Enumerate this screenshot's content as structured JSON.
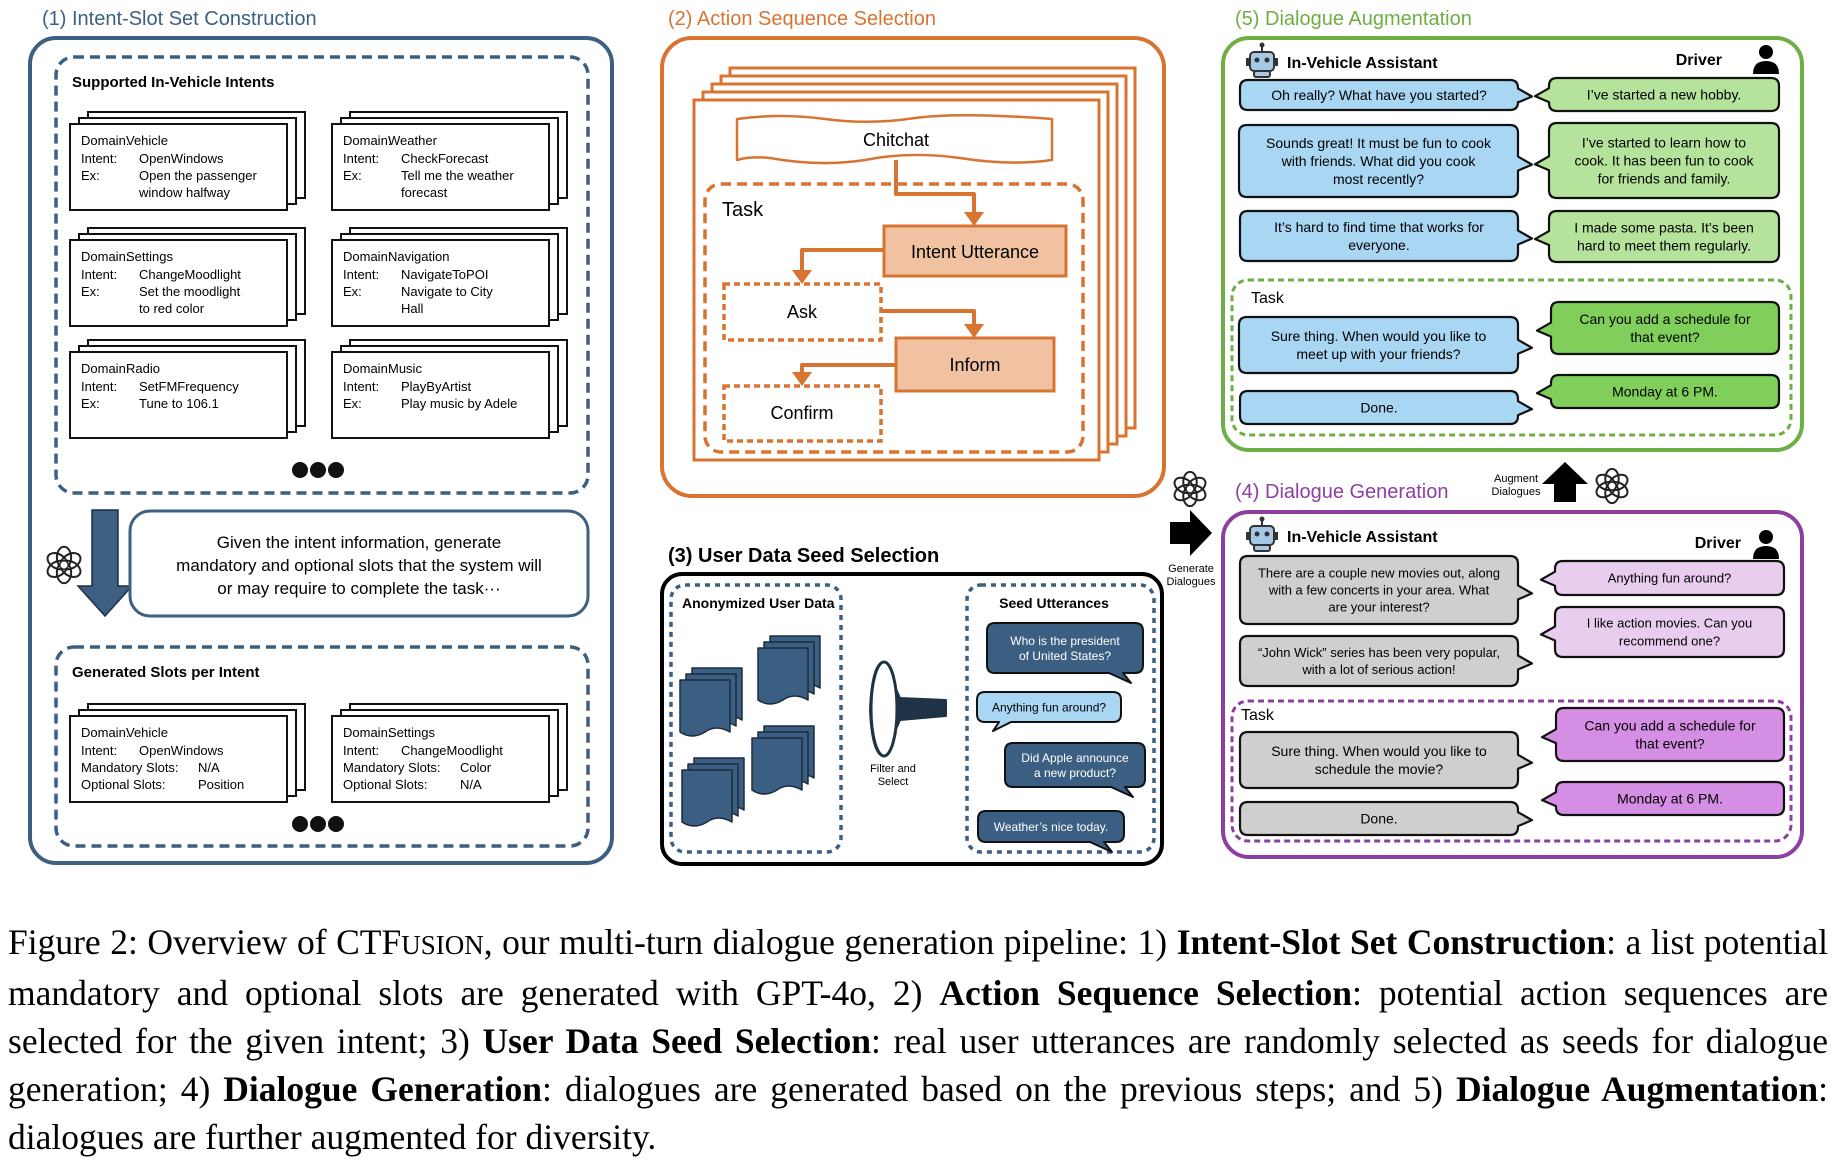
{
  "colors": {
    "blue": "#3d5f82",
    "orange": "#d87431",
    "green": "#6fae44",
    "purple": "#8d3fa0",
    "black": "#000000",
    "orange_fill": "#f0c2a2",
    "bubble_blue": "#a9d6f3",
    "bubble_green_light": "#b5e39c",
    "bubble_green": "#7fcf5a",
    "bubble_gray": "#cfcfcf",
    "bubble_purple_light": "#e8cdee",
    "bubble_purple": "#d48ee3",
    "doc_blue": "#3b5f82"
  },
  "sections": {
    "s1": "(1) Intent-Slot Set Construction",
    "s2": "(2) Action Sequence Selection",
    "s3": "(3) User Data Seed Selection",
    "s4": "(4) Dialogue Generation",
    "s5": "(5) Dialogue Augmentation"
  },
  "intent_slot": {
    "supported_label": "Supported In-Vehicle Intents",
    "intents": [
      {
        "domain_key": "Domain:",
        "domain": "Vehicle",
        "intent_key": "Intent:",
        "intent": "OpenWindows",
        "ex_key": "Ex:",
        "ex1": "Open the passenger",
        "ex2": "window halfway"
      },
      {
        "domain_key": "Domain:",
        "domain": "Weather",
        "intent_key": "Intent:",
        "intent": "CheckForecast",
        "ex_key": "Ex:",
        "ex1": "Tell me the weather",
        "ex2": "forecast"
      },
      {
        "domain_key": "Domain:",
        "domain": "Settings",
        "intent_key": "Intent:",
        "intent": "ChangeMoodlight",
        "ex_key": "Ex:",
        "ex1": "Set the moodlight",
        "ex2": "to red color"
      },
      {
        "domain_key": "Domain:",
        "domain": "Navigation",
        "intent_key": "Intent:",
        "intent": "NavigateToPOI",
        "ex_key": "Ex:",
        "ex1": "Navigate to City",
        "ex2": "Hall"
      },
      {
        "domain_key": "Domain:",
        "domain": "Radio",
        "intent_key": "Intent:",
        "intent": "SetFMFrequency",
        "ex_key": "Ex:",
        "ex1": "Tune to 106.1",
        "ex2": ""
      },
      {
        "domain_key": "Domain:",
        "domain": "Music",
        "intent_key": "Intent:",
        "intent": "PlayByArtist",
        "ex_key": "Ex:",
        "ex1": "Play music by Adele",
        "ex2": ""
      }
    ],
    "prompt_lines": [
      "Given the intent information, generate",
      "mandatory and optional slots that the system will",
      "or may require to complete the task···"
    ],
    "generated_label": "Generated Slots per Intent",
    "slots": [
      {
        "domain_key": "Domain:",
        "domain": "Vehicle",
        "intent_key": "Intent:",
        "intent": "OpenWindows",
        "mand_key": "Mandatory Slots:",
        "mand": "N/A",
        "opt_key": "Optional Slots:",
        "opt": "Position"
      },
      {
        "domain_key": "Domain:",
        "domain": "Settings",
        "intent_key": "Intent:",
        "intent": "ChangeMoodlight",
        "mand_key": "Mandatory Slots:",
        "mand": "Color",
        "opt_key": "Optional Slots:",
        "opt": "N/A"
      }
    ]
  },
  "action_sequence": {
    "chitchat": "Chitchat",
    "task": "Task",
    "intent_utterance": "Intent Utterance",
    "ask": "Ask",
    "inform": "Inform",
    "confirm": "Confirm"
  },
  "user_data": {
    "anonymized": "Anonymized User Data",
    "filter_lines": [
      "Filter and",
      "Select"
    ],
    "seed_label": "Seed Utterances",
    "seeds": [
      {
        "lines": [
          "Who is the president",
          "of United States?"
        ]
      },
      {
        "lines": [
          "Anything fun around?"
        ]
      },
      {
        "lines": [
          "Did Apple announce",
          "a new product?"
        ]
      },
      {
        "lines": [
          "Weather’s nice today."
        ]
      }
    ]
  },
  "dialogue_generation": {
    "assistant": "In-Vehicle Assistant",
    "driver": "Driver",
    "task": "Task",
    "left_chitchat": [
      {
        "lines": [
          "There are a couple new movies out, along",
          "with a few concerts in your area. What",
          "are your interest?"
        ]
      },
      {
        "lines": [
          "“John Wick” series has been very popular,",
          "with a lot of serious action!"
        ]
      }
    ],
    "right_chitchat": [
      {
        "lines": [
          "Anything fun around?"
        ]
      },
      {
        "lines": [
          "I like action movies. Can you",
          "recommend one?"
        ]
      }
    ],
    "left_task": [
      {
        "lines": [
          "Sure thing. When would you like to",
          "schedule the movie?"
        ]
      },
      {
        "lines": [
          "Done."
        ]
      }
    ],
    "right_task": [
      {
        "lines": [
          "Can you add a schedule for",
          "that event?"
        ]
      },
      {
        "lines": [
          "Monday at 6 PM."
        ]
      }
    ]
  },
  "dialogue_augmentation": {
    "assistant": "In-Vehicle Assistant",
    "driver": "Driver",
    "task": "Task",
    "left_chitchat": [
      {
        "lines": [
          "Oh really? What have you started?"
        ]
      },
      {
        "lines": [
          "Sounds great! It must be fun to cook",
          "with friends. What did you cook",
          "most recently?"
        ]
      },
      {
        "lines": [
          "It’s hard to find time that works for",
          "everyone."
        ]
      }
    ],
    "right_chitchat": [
      {
        "lines": [
          "I’ve started a new hobby."
        ]
      },
      {
        "lines": [
          "I’ve started to learn how to",
          "cook. It has been fun to cook",
          "for friends and family."
        ]
      },
      {
        "lines": [
          "I made some pasta. It’s been",
          "hard to meet them regularly."
        ]
      }
    ],
    "left_task": [
      {
        "lines": [
          "Sure thing. When would you like to",
          "meet up with your friends?"
        ]
      },
      {
        "lines": [
          "Done."
        ]
      }
    ],
    "right_task": [
      {
        "lines": [
          "Can you add a schedule for",
          "that event?"
        ]
      },
      {
        "lines": [
          "Monday at 6 PM."
        ]
      }
    ]
  },
  "side_labels": {
    "generate": [
      "Generate",
      "Dialogues"
    ],
    "augment": [
      "Augment",
      "Dialogues"
    ]
  },
  "caption": {
    "prefix": "Figure 2: Overview of ",
    "name_c": "CTF",
    "name_rest": "USION",
    "t1": ", our multi-turn dialogue generation pipeline: 1) ",
    "b1": "Intent-Slot Set Construction",
    "t2": ": a list potential mandatory and optional slots are generated with GPT-4o, 2) ",
    "b2": "Action Sequence Selection",
    "t3": ": potential action sequences are selected for the given intent; 3) ",
    "b3": "User Data Seed Selection",
    "t4": ": real user utterances are randomly selected as seeds for dialogue generation; 4) ",
    "b4": "Dialogue Generation",
    "t5": ": dialogues are generated based on the previous steps; and 5) ",
    "b5": "Dialogue Augmentation",
    "t6": ": dialogues are further augmented for diversity."
  }
}
